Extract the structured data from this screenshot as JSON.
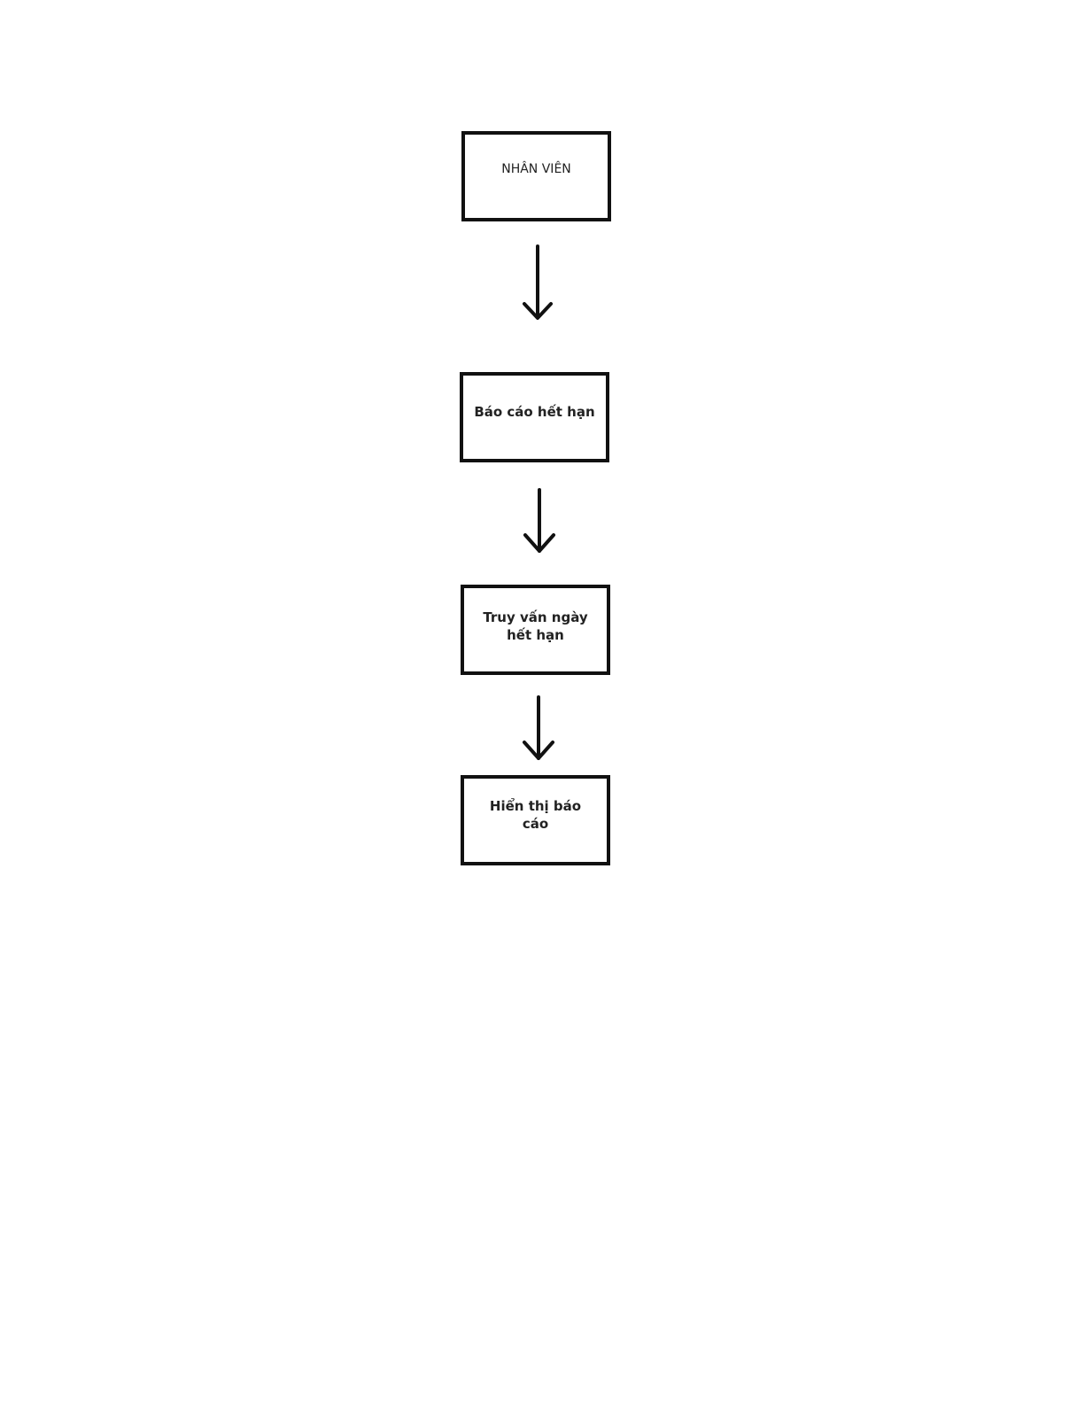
{
  "diagram": {
    "nodes": [
      {
        "id": "n1",
        "label": "NHÂN VIÊN"
      },
      {
        "id": "n2",
        "label": "Báo cáo hết hạn"
      },
      {
        "id": "n3",
        "label": "Truy vấn ngày hết hạn"
      },
      {
        "id": "n4",
        "label": "Hiển thị báo cáo"
      }
    ],
    "edges": [
      {
        "from": "n1",
        "to": "n2"
      },
      {
        "from": "n2",
        "to": "n3"
      },
      {
        "from": "n3",
        "to": "n4"
      }
    ],
    "colors": {
      "stroke": "#111111",
      "text": "#222222",
      "background": "#ffffff"
    }
  }
}
